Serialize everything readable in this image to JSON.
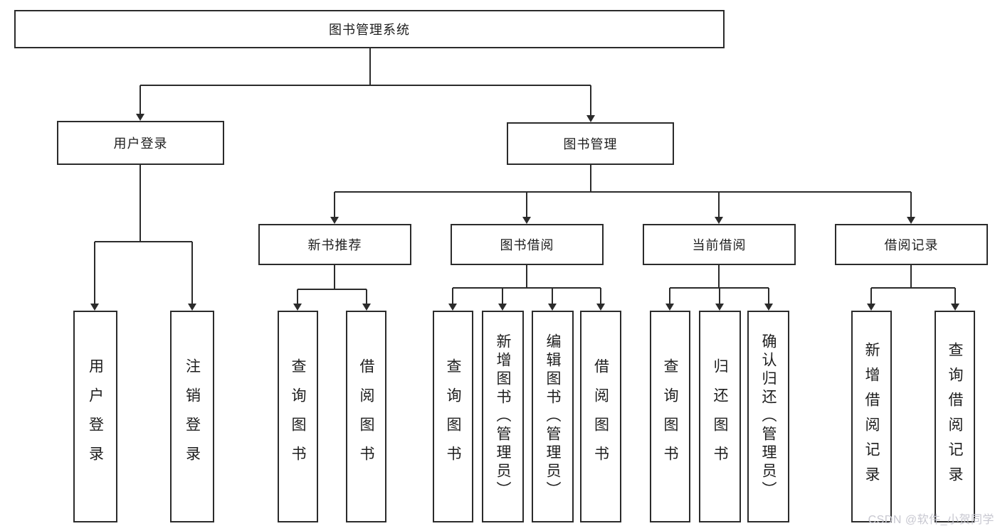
{
  "diagram": {
    "root_label": "图书管理系统",
    "branches": [
      {
        "label": "用户登录",
        "children": [
          "用户登录",
          "注销登录"
        ]
      },
      {
        "label": "图书管理"
      }
    ],
    "modules": [
      {
        "label": "新书推荐",
        "children": [
          "查询图书",
          "借阅图书"
        ]
      },
      {
        "label": "图书借阅",
        "children": [
          "查询图书",
          "新增图书（管理员）",
          "编辑图书（管理员）",
          "借阅图书"
        ]
      },
      {
        "label": "当前借阅",
        "children": [
          "查询图书",
          "归还图书",
          "确认归还（管理员）"
        ]
      },
      {
        "label": "借阅记录",
        "children": [
          "新增借阅记录",
          "查询借阅记录"
        ]
      }
    ],
    "watermark": "CSDN @软件_小贺同学"
  }
}
